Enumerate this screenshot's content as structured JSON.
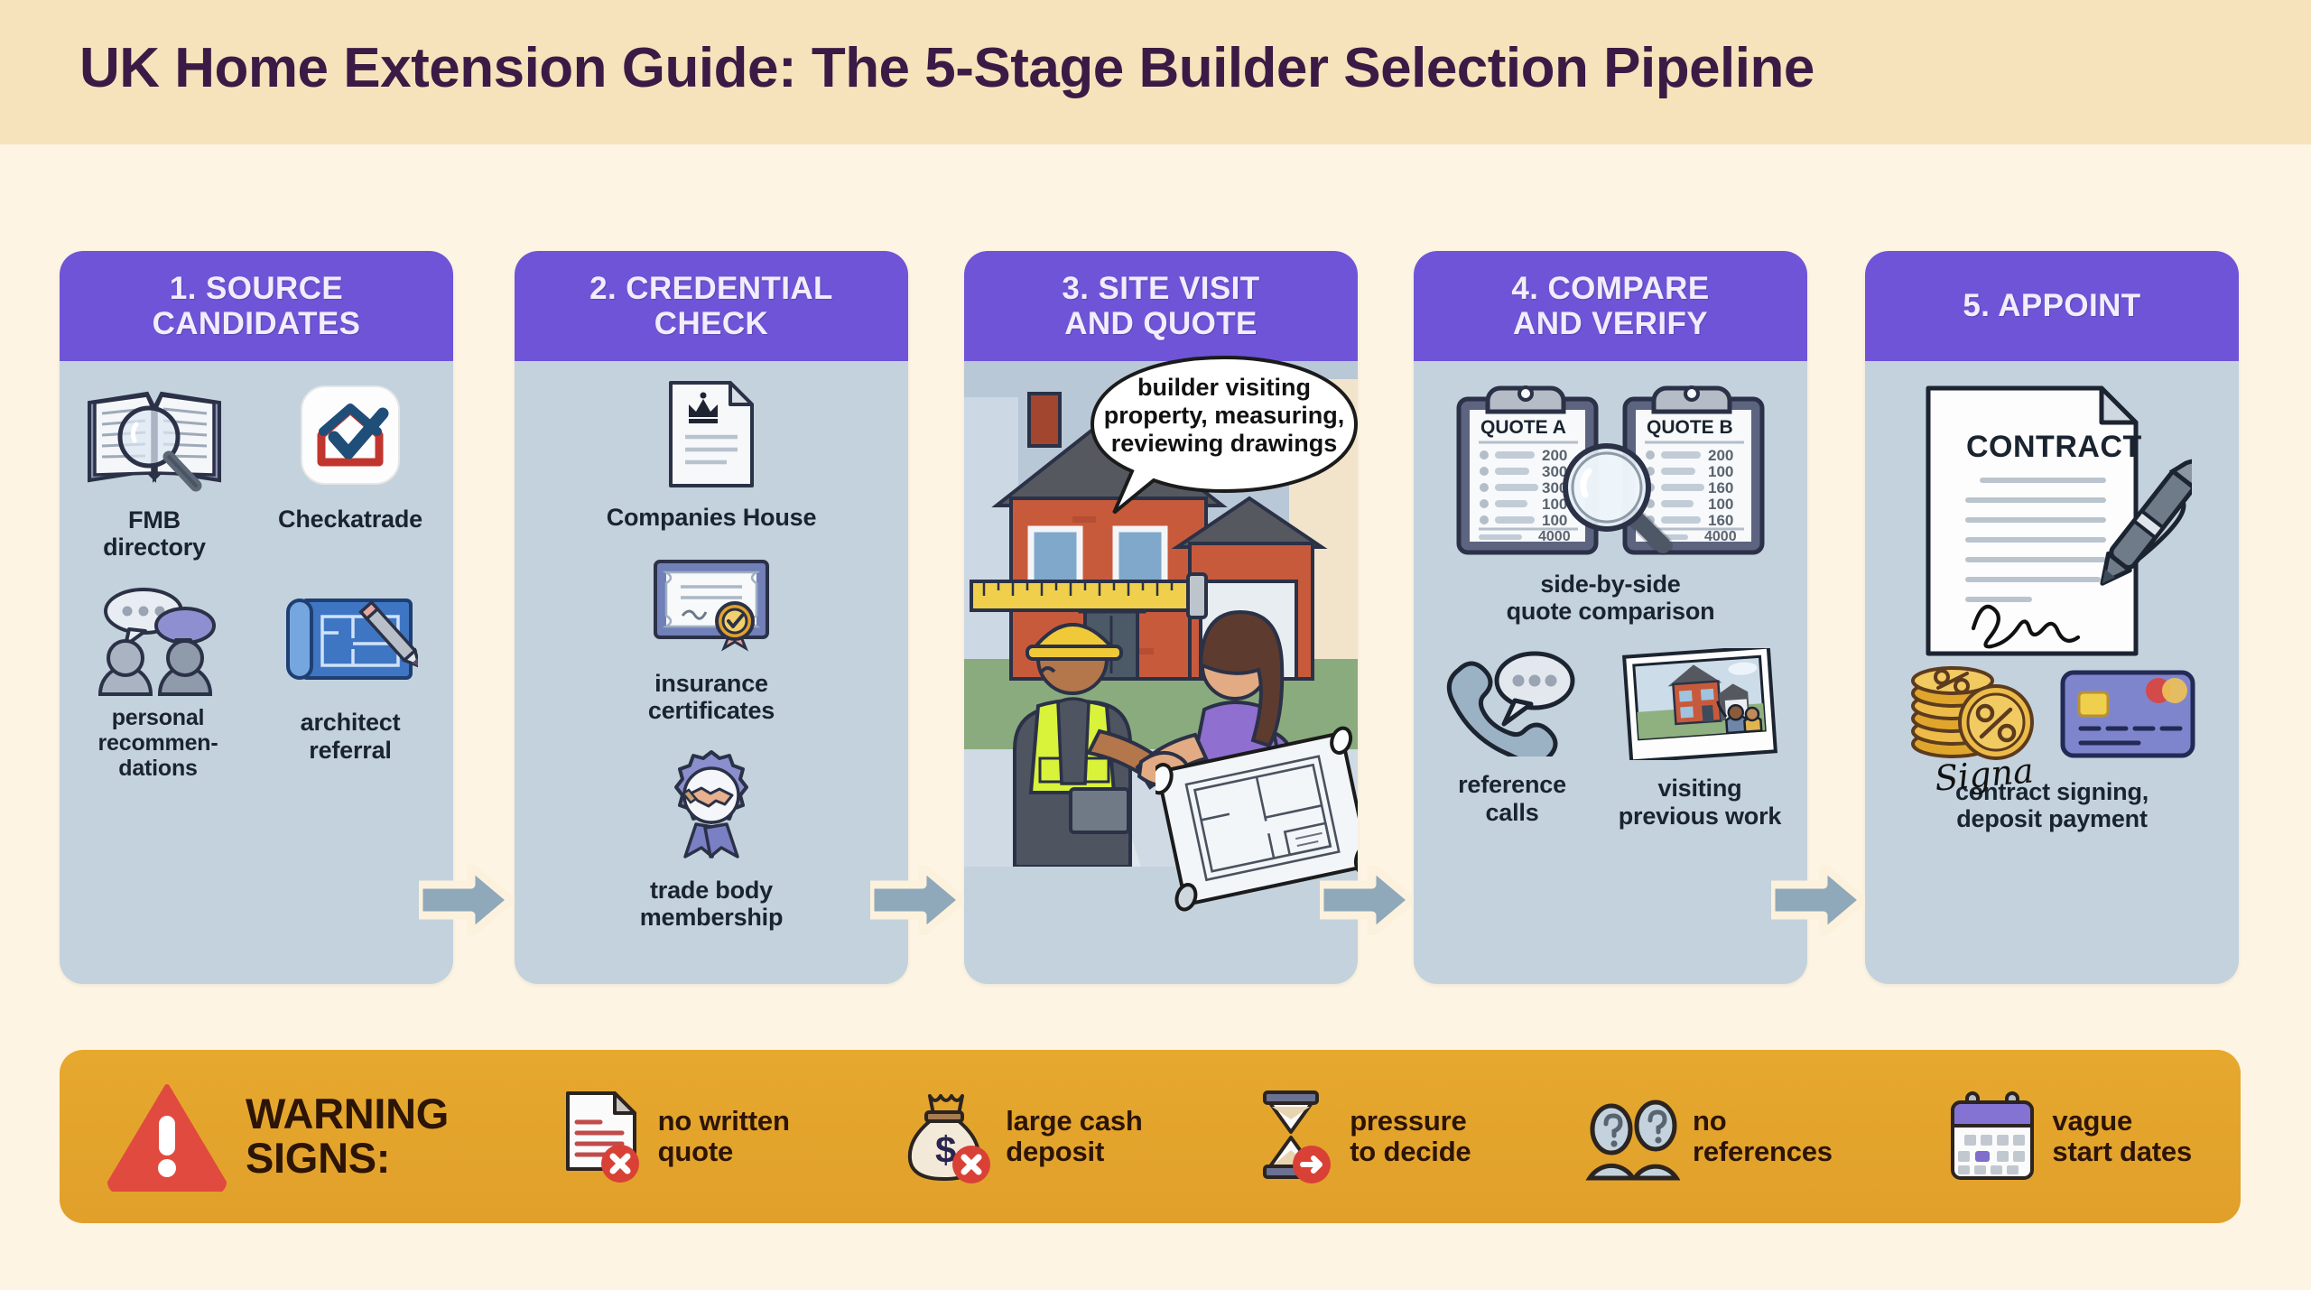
{
  "title": "UK Home Extension Guide: The 5-Stage Builder Selection Pipeline",
  "colors": {
    "header_band": "#f6e3bb",
    "page_bg": "#fdf4e3",
    "stage_header": "#6f54d8",
    "stage_body": "#c3d2dd",
    "title_text": "#3b1b45",
    "warning_bg": "#e7a82e",
    "warning_text": "#2c1406",
    "warning_triangle": "#e04a3f",
    "arrow": "#8fa8ba"
  },
  "stages": [
    {
      "heading": "1. SOURCE\nCANDIDATES",
      "items": [
        {
          "icon": "book-magnifier-icon",
          "label": "FMB\ndirectory"
        },
        {
          "icon": "checkatrade-logo-icon",
          "label": "Checkatrade"
        },
        {
          "icon": "people-speech-bubbles-icon",
          "label": "personal\nrecommen-\ndations"
        },
        {
          "icon": "blueprint-pencil-icon",
          "label": "architect\nreferral"
        }
      ]
    },
    {
      "heading": "2. CREDENTIAL\nCHECK",
      "items": [
        {
          "icon": "crown-document-icon",
          "label": "Companies House"
        },
        {
          "icon": "certificate-seal-icon",
          "label": "insurance\ncertificates"
        },
        {
          "icon": "handshake-rosette-icon",
          "label": "trade body\nmembership"
        }
      ]
    },
    {
      "heading": "3. SITE VISIT\nAND QUOTE",
      "speech_bubble": "builder visiting property, measuring, reviewing drawings",
      "items": [
        {
          "icon": "builder-homeowner-handshake-illustration",
          "label": ""
        },
        {
          "icon": "rolled-blueprint-icon",
          "label": ""
        }
      ]
    },
    {
      "heading": "4. COMPARE\nAND VERIFY",
      "items": [
        {
          "icon": "two-clipboards-magnifier-icon",
          "label": "side-by-side\nquote comparison"
        },
        {
          "icon": "phone-speech-bubble-icon",
          "label": "reference\ncalls"
        },
        {
          "icon": "photo-house-visit-icon",
          "label": "visiting\nprevious work"
        }
      ],
      "quotes": [
        {
          "title": "QUOTE A",
          "lines": [
            "200",
            "300",
            "300",
            "100",
            "100"
          ],
          "total": "4000"
        },
        {
          "title": "QUOTE B",
          "lines": [
            "200",
            "100",
            "160",
            "100",
            "160"
          ],
          "total": "4000"
        }
      ]
    },
    {
      "heading": "5. APPOINT",
      "contract_title": "CONTRACT",
      "signature_text": "Signa",
      "items": [
        {
          "icon": "contract-pen-icon",
          "label": ""
        },
        {
          "icon": "coins-stack-icon",
          "label": ""
        },
        {
          "icon": "credit-card-icon",
          "label": "contract signing,\ndeposit payment"
        }
      ]
    }
  ],
  "warning": {
    "title": "WARNING\nSIGNS:",
    "icon": "warning-triangle-icon",
    "items": [
      {
        "icon": "document-cross-icon",
        "label": "no written\nquote"
      },
      {
        "icon": "money-bag-cross-icon",
        "label": "large cash\ndeposit"
      },
      {
        "icon": "hourglass-arrow-icon",
        "label": "pressure\nto decide"
      },
      {
        "icon": "people-question-icon",
        "label": "no\nreferences"
      },
      {
        "icon": "calendar-icon",
        "label": "vague\nstart dates"
      }
    ]
  }
}
